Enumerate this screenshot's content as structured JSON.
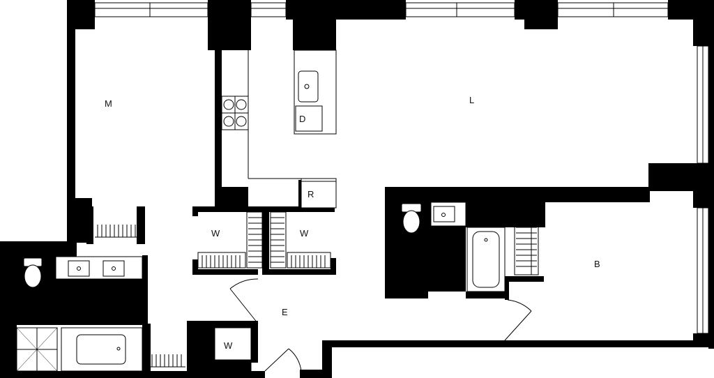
{
  "floor_plan": {
    "colors": {
      "wall": "#000000",
      "floor": "#ffffff",
      "line": "#000000"
    },
    "labels": {
      "master_bedroom": "M",
      "living_room": "L",
      "dishwasher": "D",
      "refrigerator": "R",
      "closet_left": "W",
      "closet_right": "W",
      "closet_entry": "W",
      "entry": "E",
      "bedroom": "B"
    }
  }
}
